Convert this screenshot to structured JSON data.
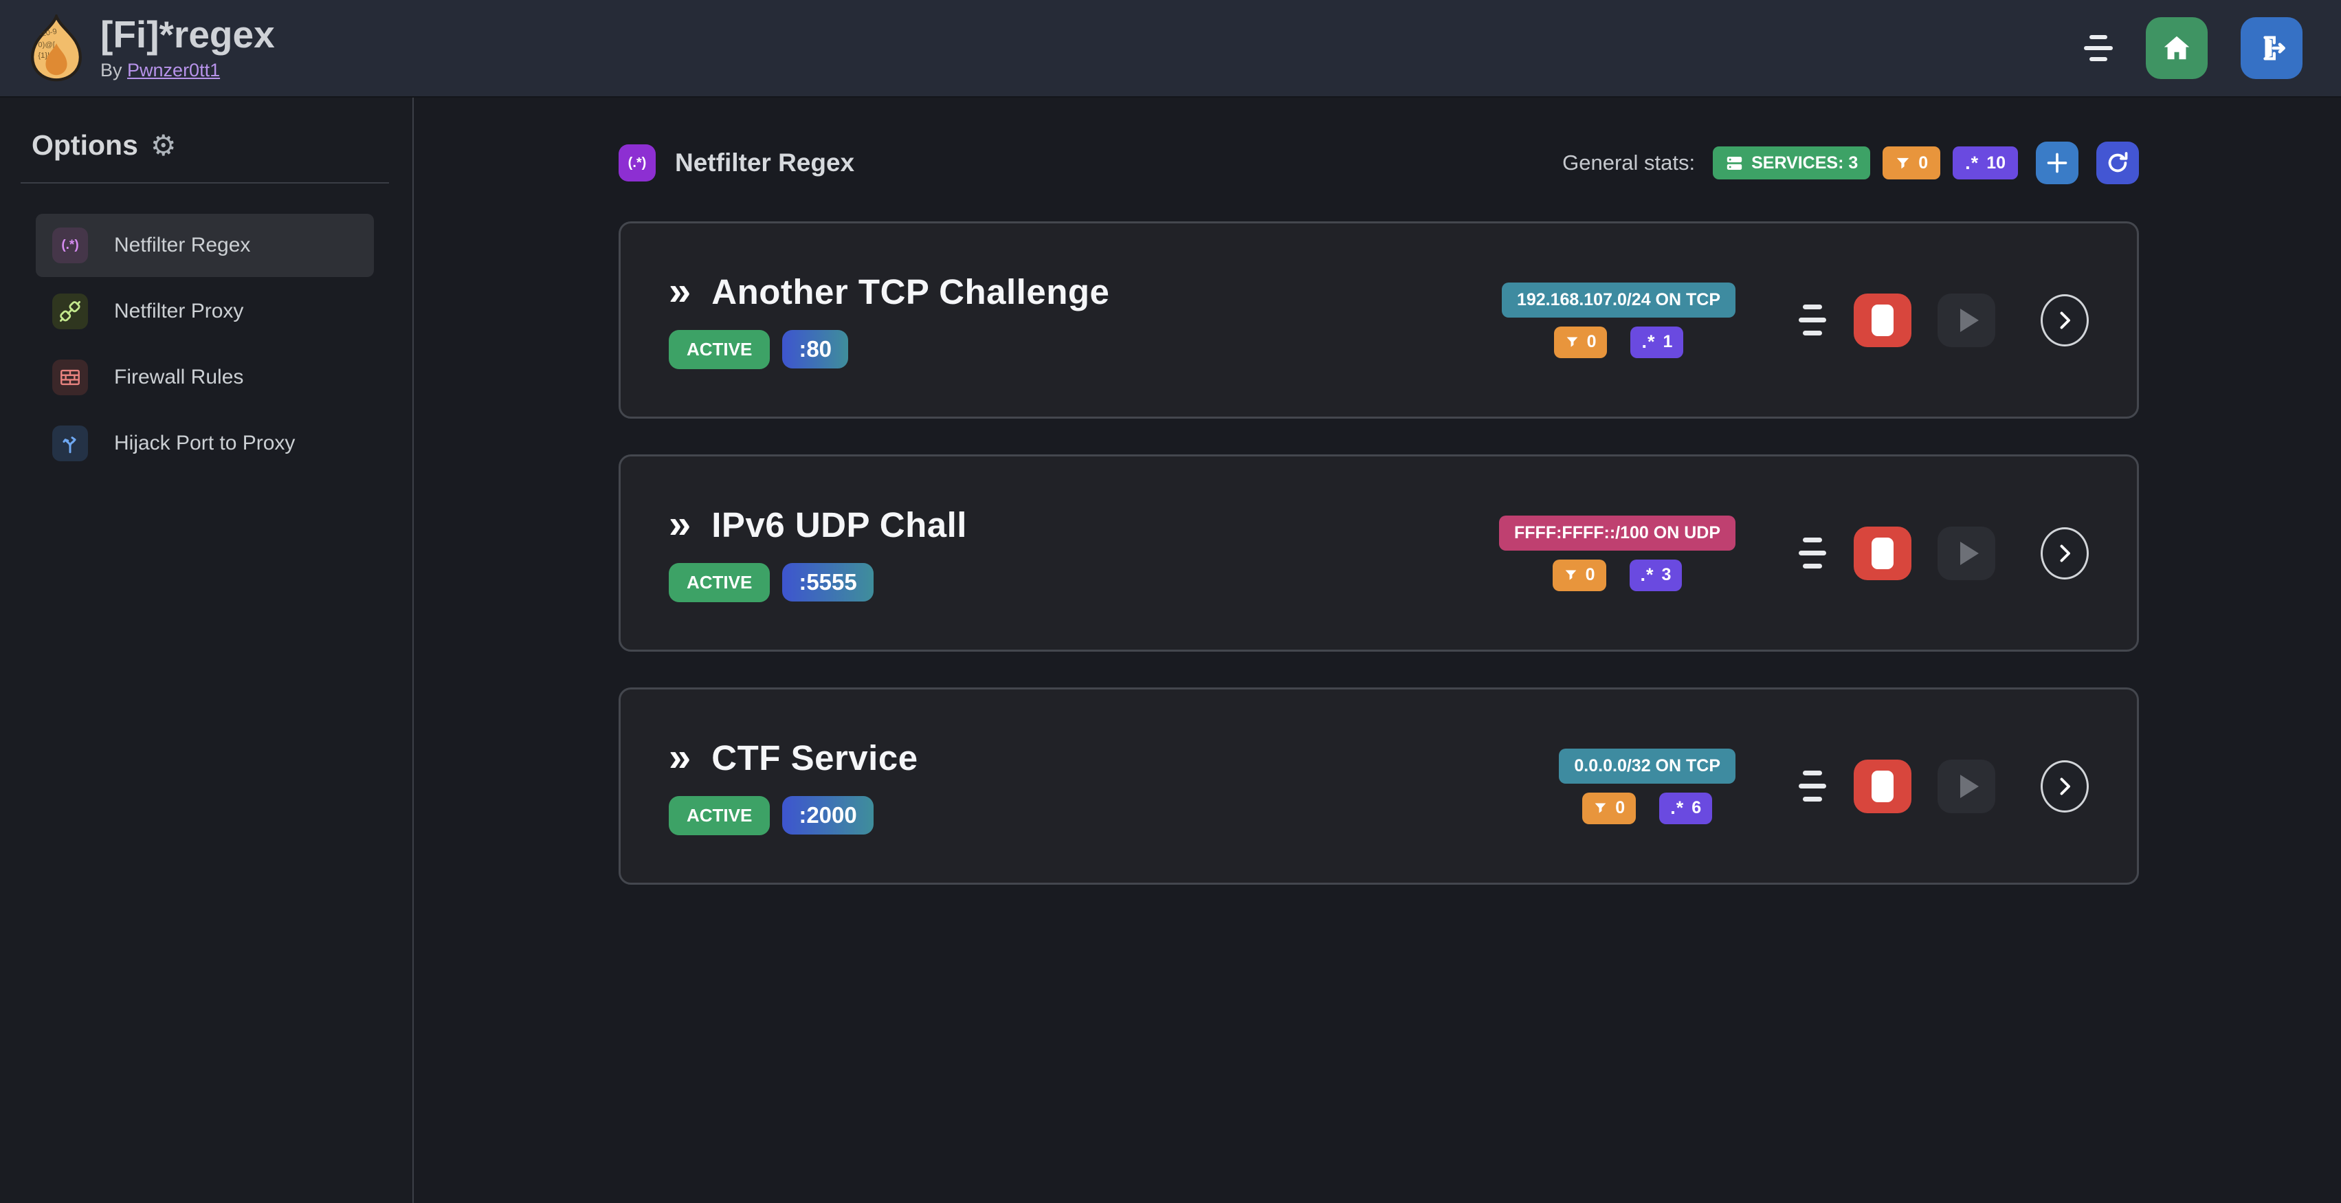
{
  "colors": {
    "header_bg": "#262b37",
    "page_bg": "#191b21",
    "sidebar_bg": "#1a1c22",
    "card_bg": "#212227",
    "card_border": "#44474e",
    "selected_item_bg": "#2e3036",
    "green": "#3da266",
    "orange": "#e8953c",
    "violet": "#6a4ae0",
    "teal": "#3e8ba0",
    "pink": "#bf4070",
    "red": "#d8463d",
    "plus_blue": "#3a7cc7",
    "refresh_indigo": "#4356d3",
    "home_green": "#3f9463",
    "logout_blue": "#3671c5",
    "port_grad_a": "#3e55cf",
    "port_grad_b": "#3f8e9b",
    "link_purple": "#b793ea",
    "page_icon_purple": "#8d2fd2"
  },
  "header": {
    "title": "[Fi]*regex",
    "byline_prefix": "By",
    "byline_link": "Pwnzer0tt1"
  },
  "sidebar": {
    "title": "Options",
    "gear_glyph": "⚙",
    "items": [
      {
        "label": "Netfilter Regex",
        "icon": "regex-icon",
        "selected": true
      },
      {
        "label": "Netfilter Proxy",
        "icon": "plug-icon",
        "selected": false
      },
      {
        "label": "Firewall Rules",
        "icon": "firewall-icon",
        "selected": false
      },
      {
        "label": "Hijack Port to Proxy",
        "icon": "split-arrows-icon",
        "selected": false
      }
    ]
  },
  "glyphs": {
    "regex_paren": "(.*)",
    "regex_literal": ".*",
    "double_chevron": "»"
  },
  "main": {
    "page_title": "Netfilter Regex",
    "stats_label": "General stats:",
    "services_badge": "SERVICES: 3",
    "filters_total": "0",
    "regexes_total": "10"
  },
  "services": [
    {
      "name": "Another TCP Challenge",
      "status": "ACTIVE",
      "port": ":80",
      "subnet": "192.168.107.0/24 ON TCP",
      "subnet_color": "teal",
      "filters": "0",
      "regexes": "1"
    },
    {
      "name": "IPv6 UDP Chall",
      "status": "ACTIVE",
      "port": ":5555",
      "subnet": "FFFF:FFFF::/100 ON UDP",
      "subnet_color": "pink",
      "filters": "0",
      "regexes": "3"
    },
    {
      "name": "CTF Service",
      "status": "ACTIVE",
      "port": ":2000",
      "subnet": "0.0.0.0/32 ON TCP",
      "subnet_color": "teal",
      "filters": "0",
      "regexes": "6"
    }
  ]
}
